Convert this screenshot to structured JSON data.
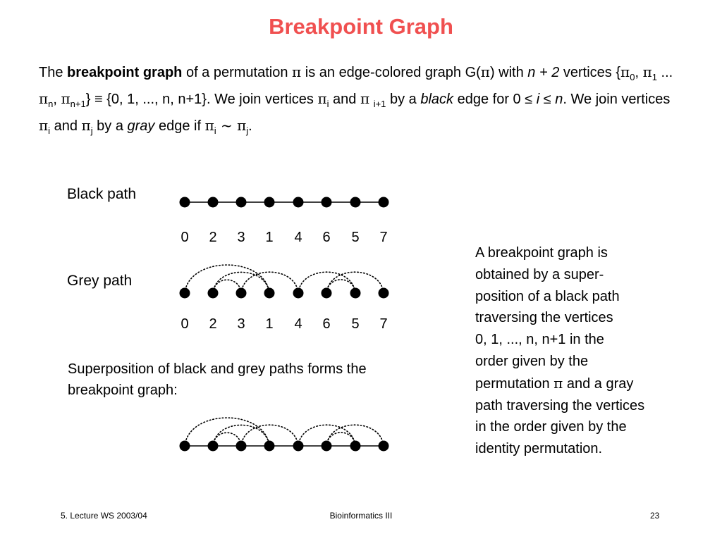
{
  "slide": {
    "title": "Breakpoint Graph",
    "intro": {
      "t1": "The ",
      "t2": "breakpoint graph",
      "t3": " of a permutation ",
      "pi": "π",
      "t4": " is an edge-colored graph G(",
      "t5": ") with ",
      "t6": "n + 2",
      "t7": " vertices {",
      "sub0": "0",
      "t8": ", ",
      "sub1": "1",
      "t9": " ... ",
      "subn": "n",
      "t10": ", ",
      "subn1": "n+1",
      "t11": "} ≡ {0, 1, ..., n, n+1}. We join vertices ",
      "subi": "i",
      "t12": " and ",
      "subi1": "i+1",
      "t13": " by a ",
      "t14": "black",
      "t15": " edge for 0 ≤ ",
      "t16": "i",
      "t17": " ≤ ",
      "t18": "n",
      "t19": ". We join vertices ",
      "t20": " and ",
      "subj": "j",
      "t21": " by a ",
      "t22": "gray",
      "t23": " edge if ",
      "tilde": " ~ ",
      "t24": "."
    },
    "black_path_label": "Black path",
    "grey_path_label": "Grey path",
    "vertex_labels": [
      "0",
      "2",
      "3",
      "1",
      "4",
      "6",
      "5",
      "7"
    ],
    "superposition_text": "Superposition of black and grey paths forms the breakpoint graph:",
    "side_note": {
      "line1": "A breakpoint graph is",
      "line2": "obtained by a super-",
      "line3": "position of a black path",
      "line4": "traversing the vertices",
      "line5": "0, 1, ..., n, n+1 in the",
      "line6": "order given by the",
      "line7a": "permutation ",
      "line7pi": "π",
      "line7b": " and a gray",
      "line8": "path traversing the vertices",
      "line9": "in the order given by the",
      "line10": "identity permutation."
    },
    "footer": {
      "left": "5. Lecture WS 2003/04",
      "center": "Bioinformatics III",
      "right": "23"
    }
  },
  "colors": {
    "title": "#f05050",
    "text": "#000000",
    "background": "#ffffff"
  }
}
